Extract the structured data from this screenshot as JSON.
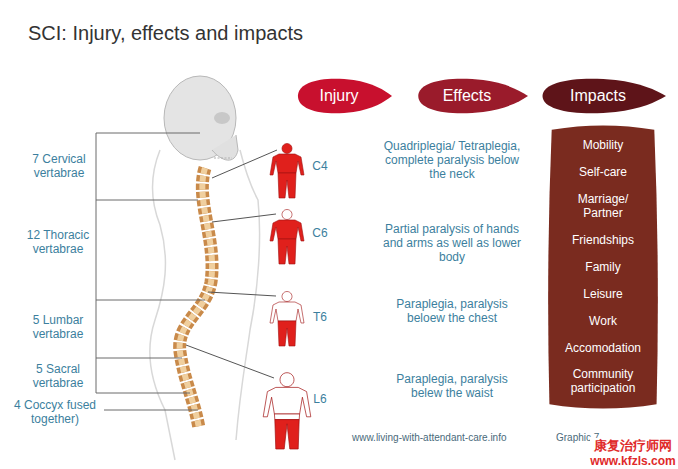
{
  "diagram": {
    "title": "SCI: Injury, effects and impacts",
    "nodes": [
      {
        "text": [
          "Injury"
        ]
      },
      {
        "text": [
          "Effects"
        ]
      },
      {
        "text": [
          "Impacts"
        ]
      },
      {
        "text": [
          "Mobility",
          "Self-care",
          "Marriage/ Partner",
          "Friendships",
          "Family",
          "Leisure",
          "Work",
          "Accomodation",
          "Community participation"
        ]
      }
    ],
    "labels": [
      "7 Cervical vertabrae",
      "12 Thoracic vertabrae",
      "5 Lumbar vertabrae",
      "5 Sacral vertabrae",
      "4 Coccyx fused together)",
      "C4",
      "Quadriplegia/ Tetraplegia, complete paralysis below the neck",
      "C6",
      "Partial paralysis of hands and arms as well as lower body",
      "T6",
      "Paraplegia, paralysis beloew the chest",
      "L6",
      "Paraplegia, paralysis belew the waist",
      "www.living-with-attendant-care.info",
      "Graphic 7",
      "康复治疗师网",
      "www.kfzls.com"
    ]
  }
}
